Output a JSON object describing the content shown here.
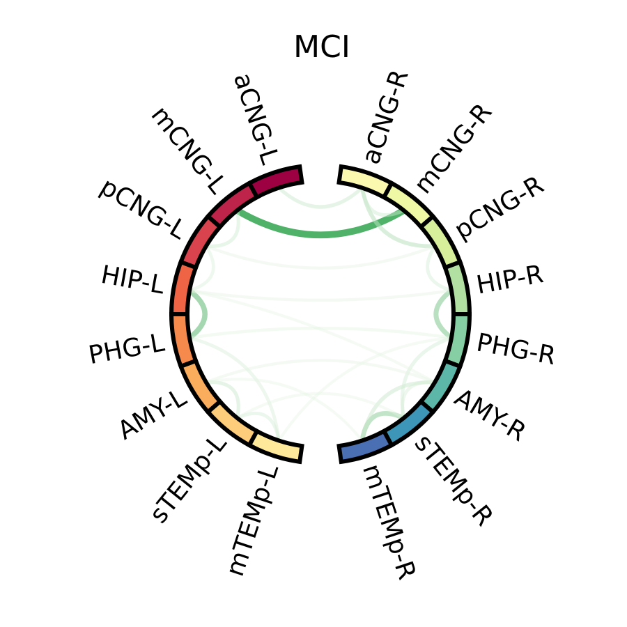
{
  "title": "MCI",
  "nodes": [
    {
      "id": "aCNG-L",
      "label": "aCNG-L",
      "color": "#9e0142"
    },
    {
      "id": "mCNG-L",
      "label": "mCNG-L",
      "color": "#be2449"
    },
    {
      "id": "pCNG-L",
      "label": "pCNG-L",
      "color": "#d8434e"
    },
    {
      "id": "HIP-L",
      "label": "HIP-L",
      "color": "#ef6445"
    },
    {
      "id": "PHG-L",
      "label": "PHG-L",
      "color": "#f6894c"
    },
    {
      "id": "AMY-L",
      "label": "AMY-L",
      "color": "#fbad5e"
    },
    {
      "id": "sTEMp-L",
      "label": "sTEMp-L",
      "color": "#fdcd7b"
    },
    {
      "id": "mTEMp-L",
      "label": "mTEMp-L",
      "color": "#fee89a"
    },
    {
      "id": "aCNG-R",
      "label": "aCNG-R",
      "color": "#fbf8b0"
    },
    {
      "id": "mCNG-R",
      "label": "mCNG-R",
      "color": "#eff8a5"
    },
    {
      "id": "pCNG-R",
      "label": "pCNG-R",
      "color": "#d7ef9b"
    },
    {
      "id": "HIP-R",
      "label": "HIP-R",
      "color": "#b2e0a2"
    },
    {
      "id": "PHG-R",
      "label": "PHG-R",
      "color": "#86cfa5"
    },
    {
      "id": "AMY-R",
      "label": "AMY-R",
      "color": "#5db7a9"
    },
    {
      "id": "sTEMp-R",
      "label": "sTEMp-R",
      "color": "#3d95b8"
    },
    {
      "id": "mTEMp-R",
      "label": "mTEMp-R",
      "color": "#4a6fb2"
    }
  ],
  "links": [
    {
      "source": "mCNG-L",
      "target": "mCNG-R",
      "weight": 0.95
    },
    {
      "source": "HIP-L",
      "target": "PHG-L",
      "weight": 0.6
    },
    {
      "source": "HIP-R",
      "target": "PHG-R",
      "weight": 0.5
    },
    {
      "source": "sTEMp-R",
      "target": "mTEMp-R",
      "weight": 0.45
    },
    {
      "source": "AMY-R",
      "target": "mTEMp-R",
      "weight": 0.22
    },
    {
      "source": "aCNG-R",
      "target": "pCNG-R",
      "weight": 0.3
    },
    {
      "source": "aCNG-L",
      "target": "aCNG-R",
      "weight": 0.2
    },
    {
      "source": "mCNG-L",
      "target": "pCNG-L",
      "weight": 0.18
    },
    {
      "source": "aCNG-R",
      "target": "mCNG-R",
      "weight": 0.18
    },
    {
      "source": "pCNG-R",
      "target": "HIP-R",
      "weight": 0.15
    },
    {
      "source": "pCNG-L",
      "target": "HIP-L",
      "weight": 0.12
    },
    {
      "source": "AMY-L",
      "target": "sTEMp-L",
      "weight": 0.2
    },
    {
      "source": "PHG-L",
      "target": "mTEMp-L",
      "weight": 0.14
    },
    {
      "source": "sTEMp-L",
      "target": "mTEMp-L",
      "weight": 0.15
    },
    {
      "source": "PHG-R",
      "target": "sTEMp-R",
      "weight": 0.16
    },
    {
      "source": "AMY-R",
      "target": "sTEMp-R",
      "weight": 0.14
    },
    {
      "source": "PHG-L",
      "target": "PHG-R",
      "weight": 0.08
    },
    {
      "source": "HIP-L",
      "target": "HIP-R",
      "weight": 0.06
    },
    {
      "source": "AMY-L",
      "target": "AMY-R",
      "weight": 0.06
    },
    {
      "source": "pCNG-L",
      "target": "pCNG-R",
      "weight": 0.06
    },
    {
      "source": "sTEMp-L",
      "target": "sTEMp-R",
      "weight": 0.05
    },
    {
      "source": "AMY-L",
      "target": "mTEMp-R",
      "weight": 0.05
    },
    {
      "source": "HIP-L",
      "target": "AMY-R",
      "weight": 0.05
    },
    {
      "source": "mTEMp-L",
      "target": "PHG-R",
      "weight": 0.05
    }
  ]
}
